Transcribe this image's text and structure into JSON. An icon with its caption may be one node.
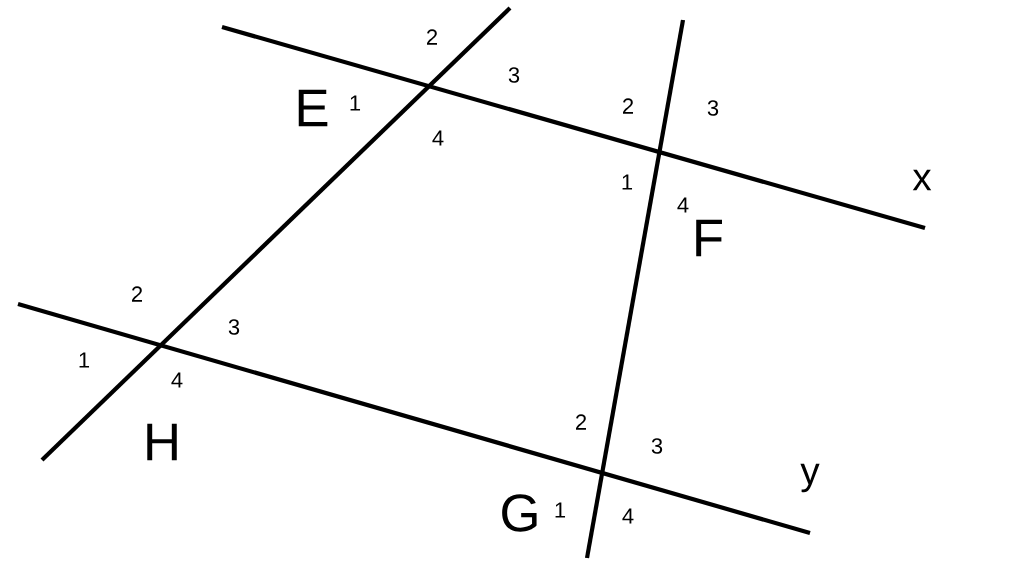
{
  "diagram": {
    "labels": [
      "2",
      "3",
      "1",
      "E",
      "2",
      "3",
      "4",
      "x",
      "1",
      "4",
      "F",
      "2",
      "3",
      "1",
      "4",
      "2",
      "H",
      "3",
      "y",
      "1",
      "G",
      "4"
    ]
  }
}
